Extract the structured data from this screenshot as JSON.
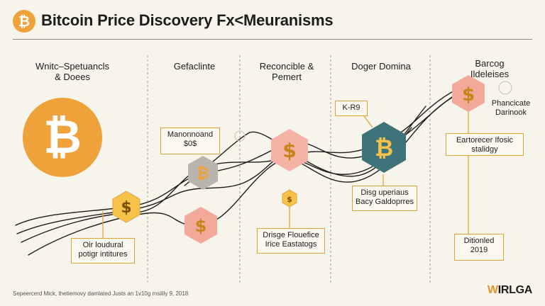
{
  "header": {
    "title": "Bitcoin Price Discovery Fx<Meuranisms",
    "logo_symbol": "₿"
  },
  "columns": [
    {
      "head_line1": "Wnitc–Spetuancls",
      "head_line2": "& Doees"
    },
    {
      "head_line1": "Gefaclinte",
      "head_line2": ""
    },
    {
      "head_line1": "Reconcible &",
      "head_line2": "Pemert"
    },
    {
      "head_line1": "Doger Domina",
      "head_line2": ""
    },
    {
      "head_line1": "Barcog",
      "head_line2": "Ildeleises"
    }
  ],
  "big_coin_symbol": "₿",
  "boxes": {
    "manonnoand": {
      "line1": "Manonnoand",
      "line2": "$0$"
    },
    "oir_louducral": {
      "line1": "Oir loudural",
      "line2": "potigr intitures"
    },
    "drisge_flouefice": {
      "line1": "Drisge Flouefice",
      "line2": "Irice Eastatogs"
    },
    "k_r9": {
      "line1": "K-R9",
      "line2": ""
    },
    "disg_upperiaus": {
      "line1": "Disg uperiaus",
      "line2": "Bacy Galdoprres"
    },
    "eartorecer": {
      "line1": "Eartorecer Ifosic",
      "line2": "stalidgy"
    },
    "ditionled": {
      "line1": "Ditionled",
      "line2": "2019"
    }
  },
  "labels": {
    "phancicate": {
      "line1": "Phancicate",
      "line2": "Darinook"
    }
  },
  "nodes": [
    {
      "name": "node-coin-yellow",
      "symbol": "$",
      "color": "#f6c24a"
    },
    {
      "name": "node-coin-gray",
      "symbol": "₿",
      "color": "#b9b4ad"
    },
    {
      "name": "node-coin-pink-low",
      "symbol": "$",
      "color": "#f2a99a"
    },
    {
      "name": "node-coin-pink-mid",
      "symbol": "$",
      "color": "#f5b3a5"
    },
    {
      "name": "node-coin-small-yellow",
      "symbol": "$",
      "color": "#f6c24a"
    },
    {
      "name": "node-coin-teal",
      "symbol": "₿",
      "color": "#3e7479"
    },
    {
      "name": "node-coin-pink-top",
      "symbol": "$",
      "color": "#f2a99a"
    }
  ],
  "colors": {
    "accent": "#f0a23a",
    "box_border": "#e0a33a",
    "line": "#1d1d1d",
    "divider": "#9a9a9a"
  },
  "footer": {
    "note": "Sepeercerd Mick, thetiemovy damlated Justs an 1v10g msilily 9, 2018",
    "brand_w": "W",
    "brand_rest": "IRLGA"
  }
}
